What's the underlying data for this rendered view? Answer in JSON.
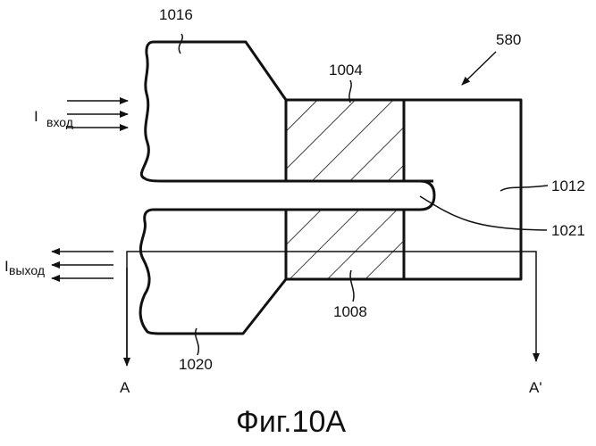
{
  "figure": {
    "caption": "Фиг.10А",
    "labels": {
      "assembly": "580",
      "upper_pad": "1016",
      "lower_pad": "1020",
      "upper_hatched": "1004",
      "lower_hatched": "1008",
      "body": "1012",
      "slot": "1021",
      "section_left": "A",
      "section_right": "A'"
    },
    "current_in": {
      "symbol": "I",
      "subscript": "вход"
    },
    "current_out": {
      "symbol": "I",
      "subscript": "выход"
    }
  }
}
